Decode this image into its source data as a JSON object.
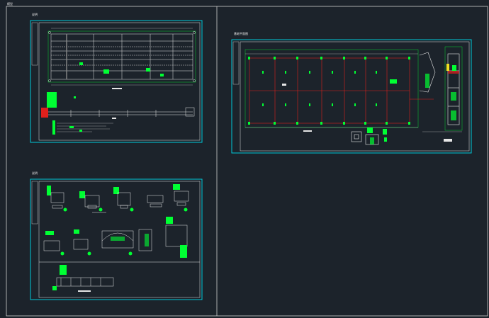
{
  "viewport": {
    "tab_label": "模型",
    "background": "#1c232b"
  },
  "colors": {
    "frame": "#d0d0d0",
    "border_cyan": "#00c8d8",
    "line_white": "#e6e6e6",
    "green": "#00ff33",
    "red": "#e0201c",
    "yellow": "#f0e020",
    "cyan": "#00e0f0"
  },
  "sheets": {
    "top_left": {
      "tag": "说明"
    },
    "bottom_left": {
      "tag": "说明"
    },
    "right": {
      "tag": "基础平面图"
    }
  }
}
